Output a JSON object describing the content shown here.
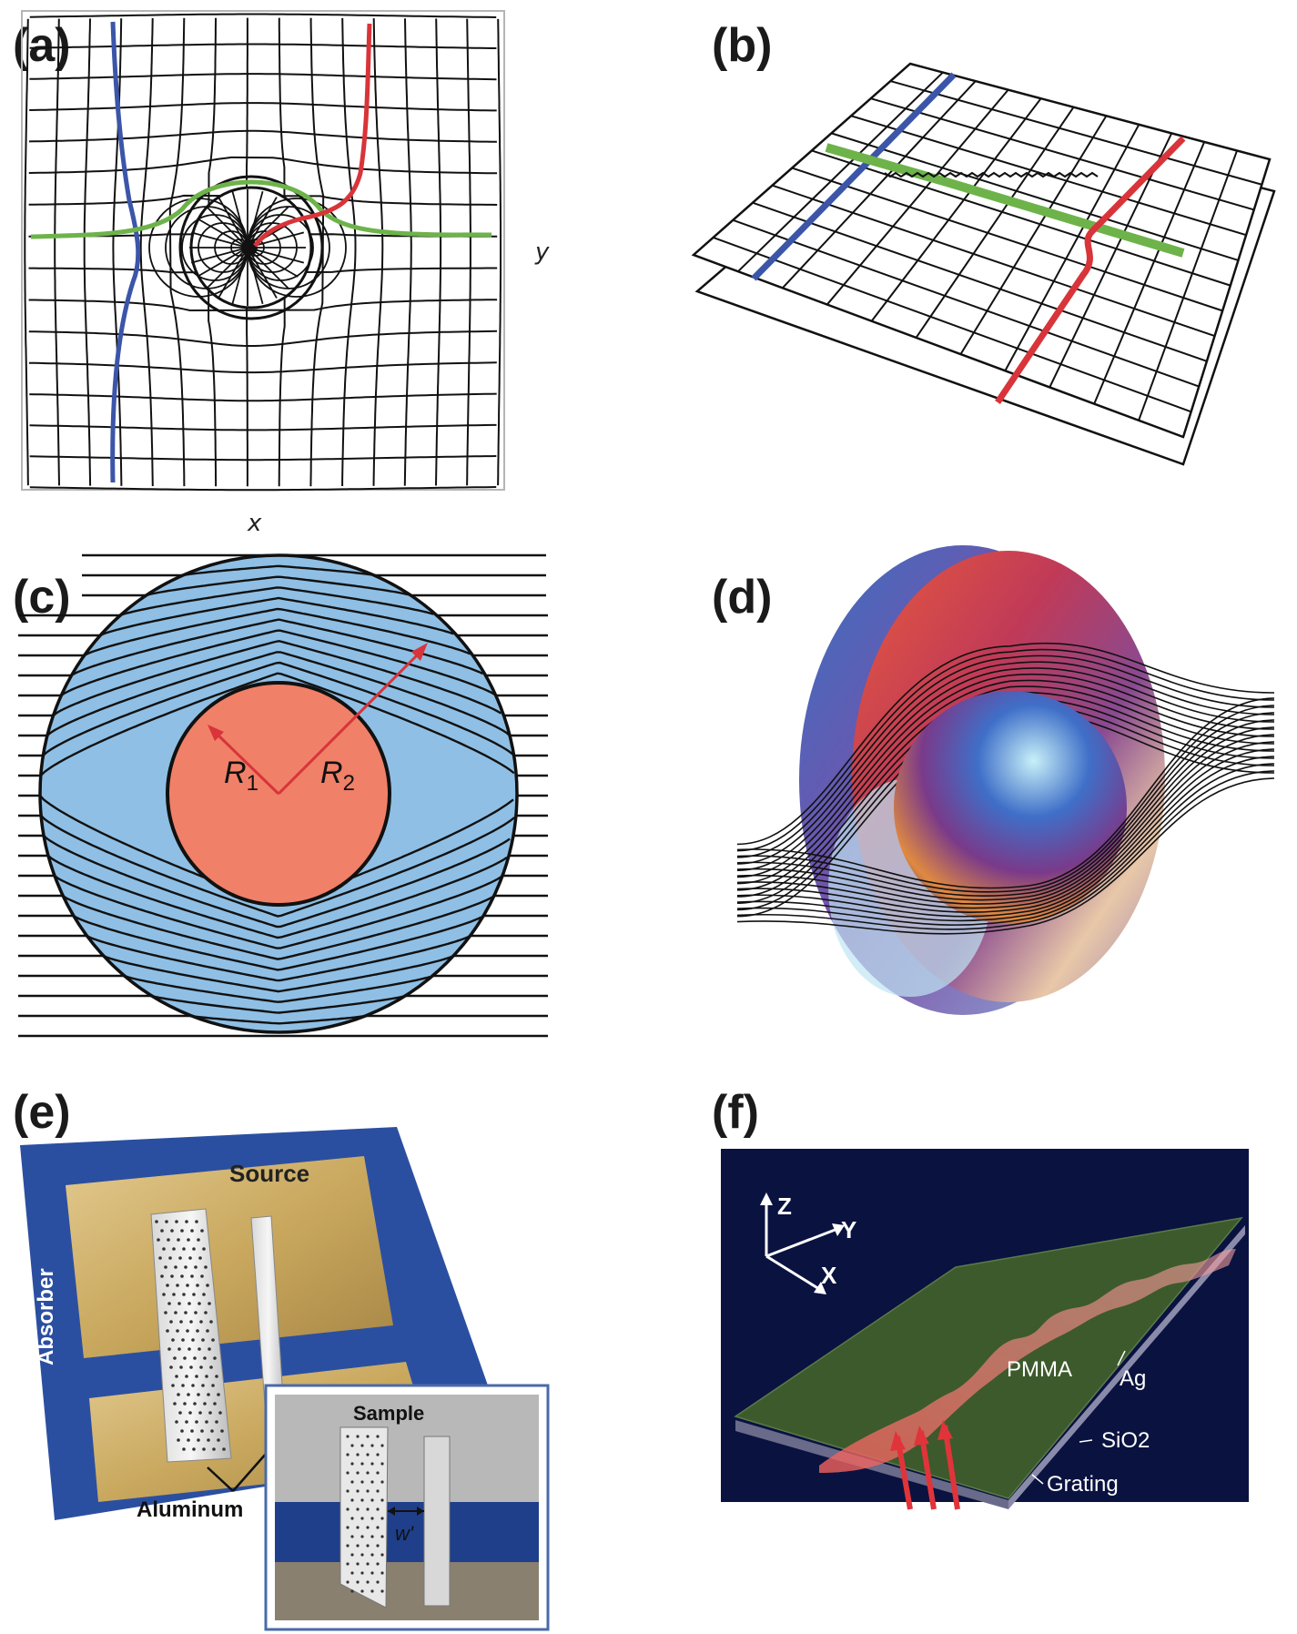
{
  "panels": {
    "a": {
      "label": "(a)",
      "axis_x": "x",
      "axis_y": "y"
    },
    "b": {
      "label": "(b)"
    },
    "c": {
      "label": "(c)",
      "r1_main": "R",
      "r1_sub": "1",
      "r2_main": "R",
      "r2_sub": "2"
    },
    "d": {
      "label": "(d)"
    },
    "e": {
      "label": "(e)",
      "source": "Source",
      "absorber": "Absorber",
      "aluminum": "Aluminum",
      "sample": "Sample",
      "width": "w'"
    },
    "f": {
      "label": "(f)",
      "axis_z": "Z",
      "axis_y": "Y",
      "axis_x": "X",
      "pmma": "PMMA",
      "ag": "Ag",
      "sio2": "SiO2",
      "grating": "Grating"
    }
  },
  "colors": {
    "blue_line": "#3b55a8",
    "red_line": "#d8343a",
    "green_line": "#6db34a",
    "shell_blue": "#8fbfe4",
    "core_salmon": "#f08068",
    "frame_blue": "#2b4fa0",
    "gold": "#c9a85e",
    "navy": "#0a1240",
    "pmma_green": "#3d5a2c"
  }
}
